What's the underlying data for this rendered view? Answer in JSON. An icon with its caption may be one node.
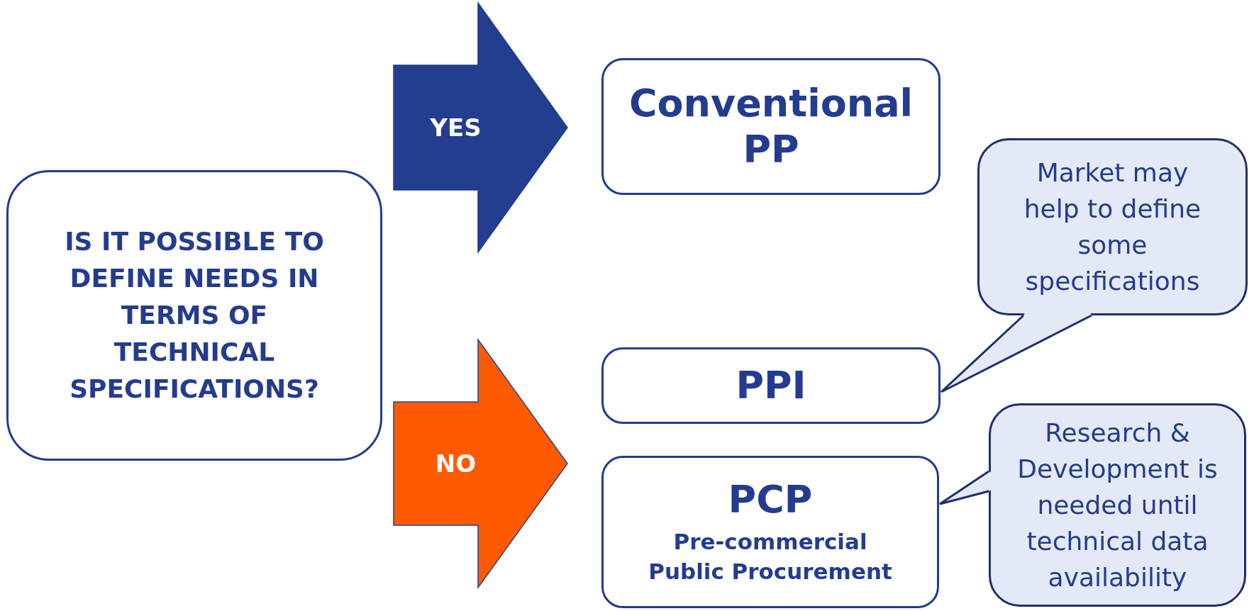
{
  "diagram": {
    "nodes": [
      {
        "text": [
          "IS IT POSSIBLE TO DEFINE NEEDS IN TERMS OF TECHNICAL SPECIFICATIONS?"
        ]
      },
      {
        "text": [
          "Conventional PP"
        ]
      },
      {
        "text": [
          "PPI"
        ]
      },
      {
        "text": [
          "PCP",
          "Pre-commercial Public Procurement"
        ]
      },
      {
        "text": [
          "Market may help to define some specifications"
        ]
      },
      {
        "text": [
          "Research & Development is needed until technical data availability"
        ]
      }
    ],
    "edges": [
      {
        "from": 0,
        "to": 1,
        "arrow": "to",
        "label": "YES"
      },
      {
        "from": 0,
        "to": 3,
        "arrow": "to",
        "label": "NO",
        "color": "#ff5a00"
      },
      {
        "from": 4,
        "to": 2,
        "arrow": "none"
      },
      {
        "from": 5,
        "to": 3,
        "arrow": "none"
      }
    ]
  }
}
